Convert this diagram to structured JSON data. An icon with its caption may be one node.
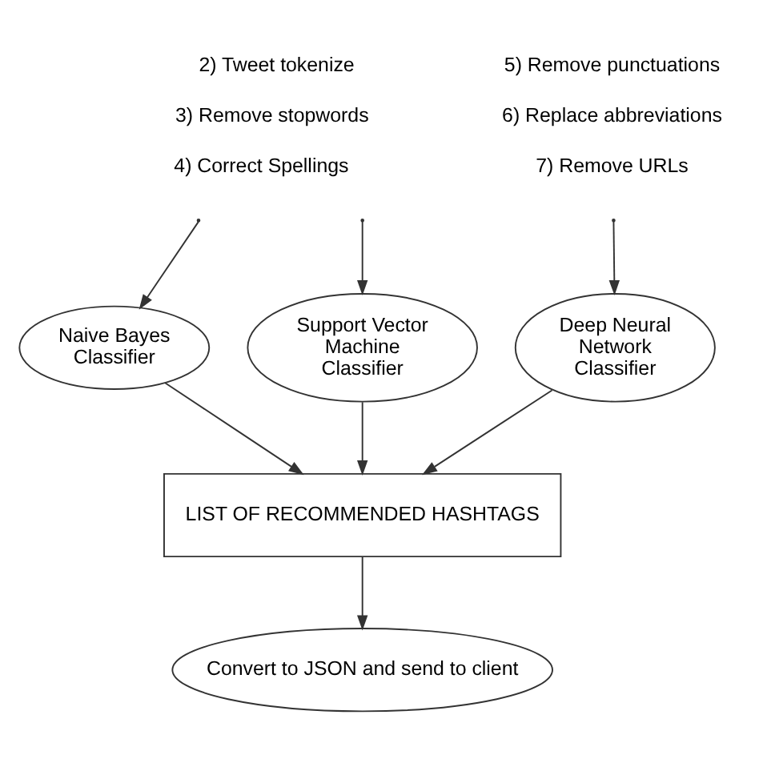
{
  "diagram": {
    "nodes": [
      {
        "text": [
          "Naive Bayes Classifier"
        ]
      },
      {
        "text": [
          "Support Vector Machine Classifier"
        ]
      },
      {
        "text": [
          "Deep Neural Network Classifier"
        ]
      },
      {
        "text": [
          "LIST OF RECOMMENDED HASHTAGS"
        ]
      },
      {
        "text": [
          "Convert to JSON and send to client"
        ]
      }
    ],
    "edges": [
      {
        "from": null,
        "to": 0,
        "arrow": "to"
      },
      {
        "from": null,
        "to": 1,
        "arrow": "to"
      },
      {
        "from": null,
        "to": 2,
        "arrow": "to"
      },
      {
        "from": 0,
        "to": 3,
        "arrow": "to"
      },
      {
        "from": 1,
        "to": 3,
        "arrow": "to"
      },
      {
        "from": 2,
        "to": 3,
        "arrow": "to"
      },
      {
        "from": 3,
        "to": 4,
        "arrow": "to"
      }
    ],
    "labels": [
      "2) Tweet tokenize",
      "3) Remove stopwords",
      "4) Correct Spellings",
      "5) Remove punctuations",
      "6) Replace abbreviations",
      "7) Remove URLs"
    ]
  }
}
